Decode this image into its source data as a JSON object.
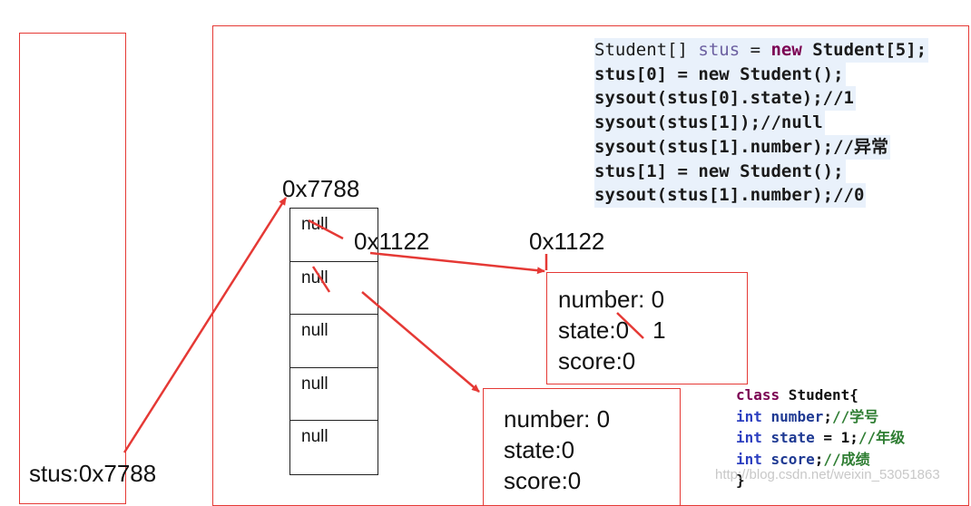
{
  "stack": {
    "var_label": "stus:0x7788"
  },
  "array": {
    "address": "0x7788",
    "cells": [
      "null",
      "null",
      "null",
      "null",
      "null"
    ]
  },
  "reference_label": "0x1122",
  "objects": [
    {
      "address": "0x1122",
      "number": "number: 0",
      "state": "state:0",
      "state_new": "1",
      "score": "score:0"
    },
    {
      "number": "number: 0",
      "state": "state:0",
      "score": "score:0"
    }
  ],
  "code_lines": [
    [
      "Student[] ",
      "stus",
      " = ",
      "new",
      " Student[5];"
    ],
    [
      "stus[0] = new Student();"
    ],
    [
      "sysout(stus[0].state);//1"
    ],
    [
      "sysout(stus[1]);//null"
    ],
    [
      "sysout(stus[1].number);//异常"
    ],
    [
      "stus[1] = new Student();"
    ],
    [
      "sysout(stus[1].number);//0"
    ]
  ],
  "class_def": {
    "header": [
      "class",
      " Student{"
    ],
    "fields": [
      {
        "type": "int",
        "name": " number",
        "rest": ";",
        "comment": "//学号"
      },
      {
        "type": "int",
        "name": " state",
        "rest": " = 1;",
        "comment": "//年级"
      },
      {
        "type": "int",
        "name": " score",
        "rest": ";",
        "comment": "//成绩"
      }
    ],
    "footer": "}"
  },
  "watermark": "http://blog.csdn.net/weixin_53051863",
  "colors": {
    "arrow": "#e53935",
    "frame": "#e53935"
  }
}
